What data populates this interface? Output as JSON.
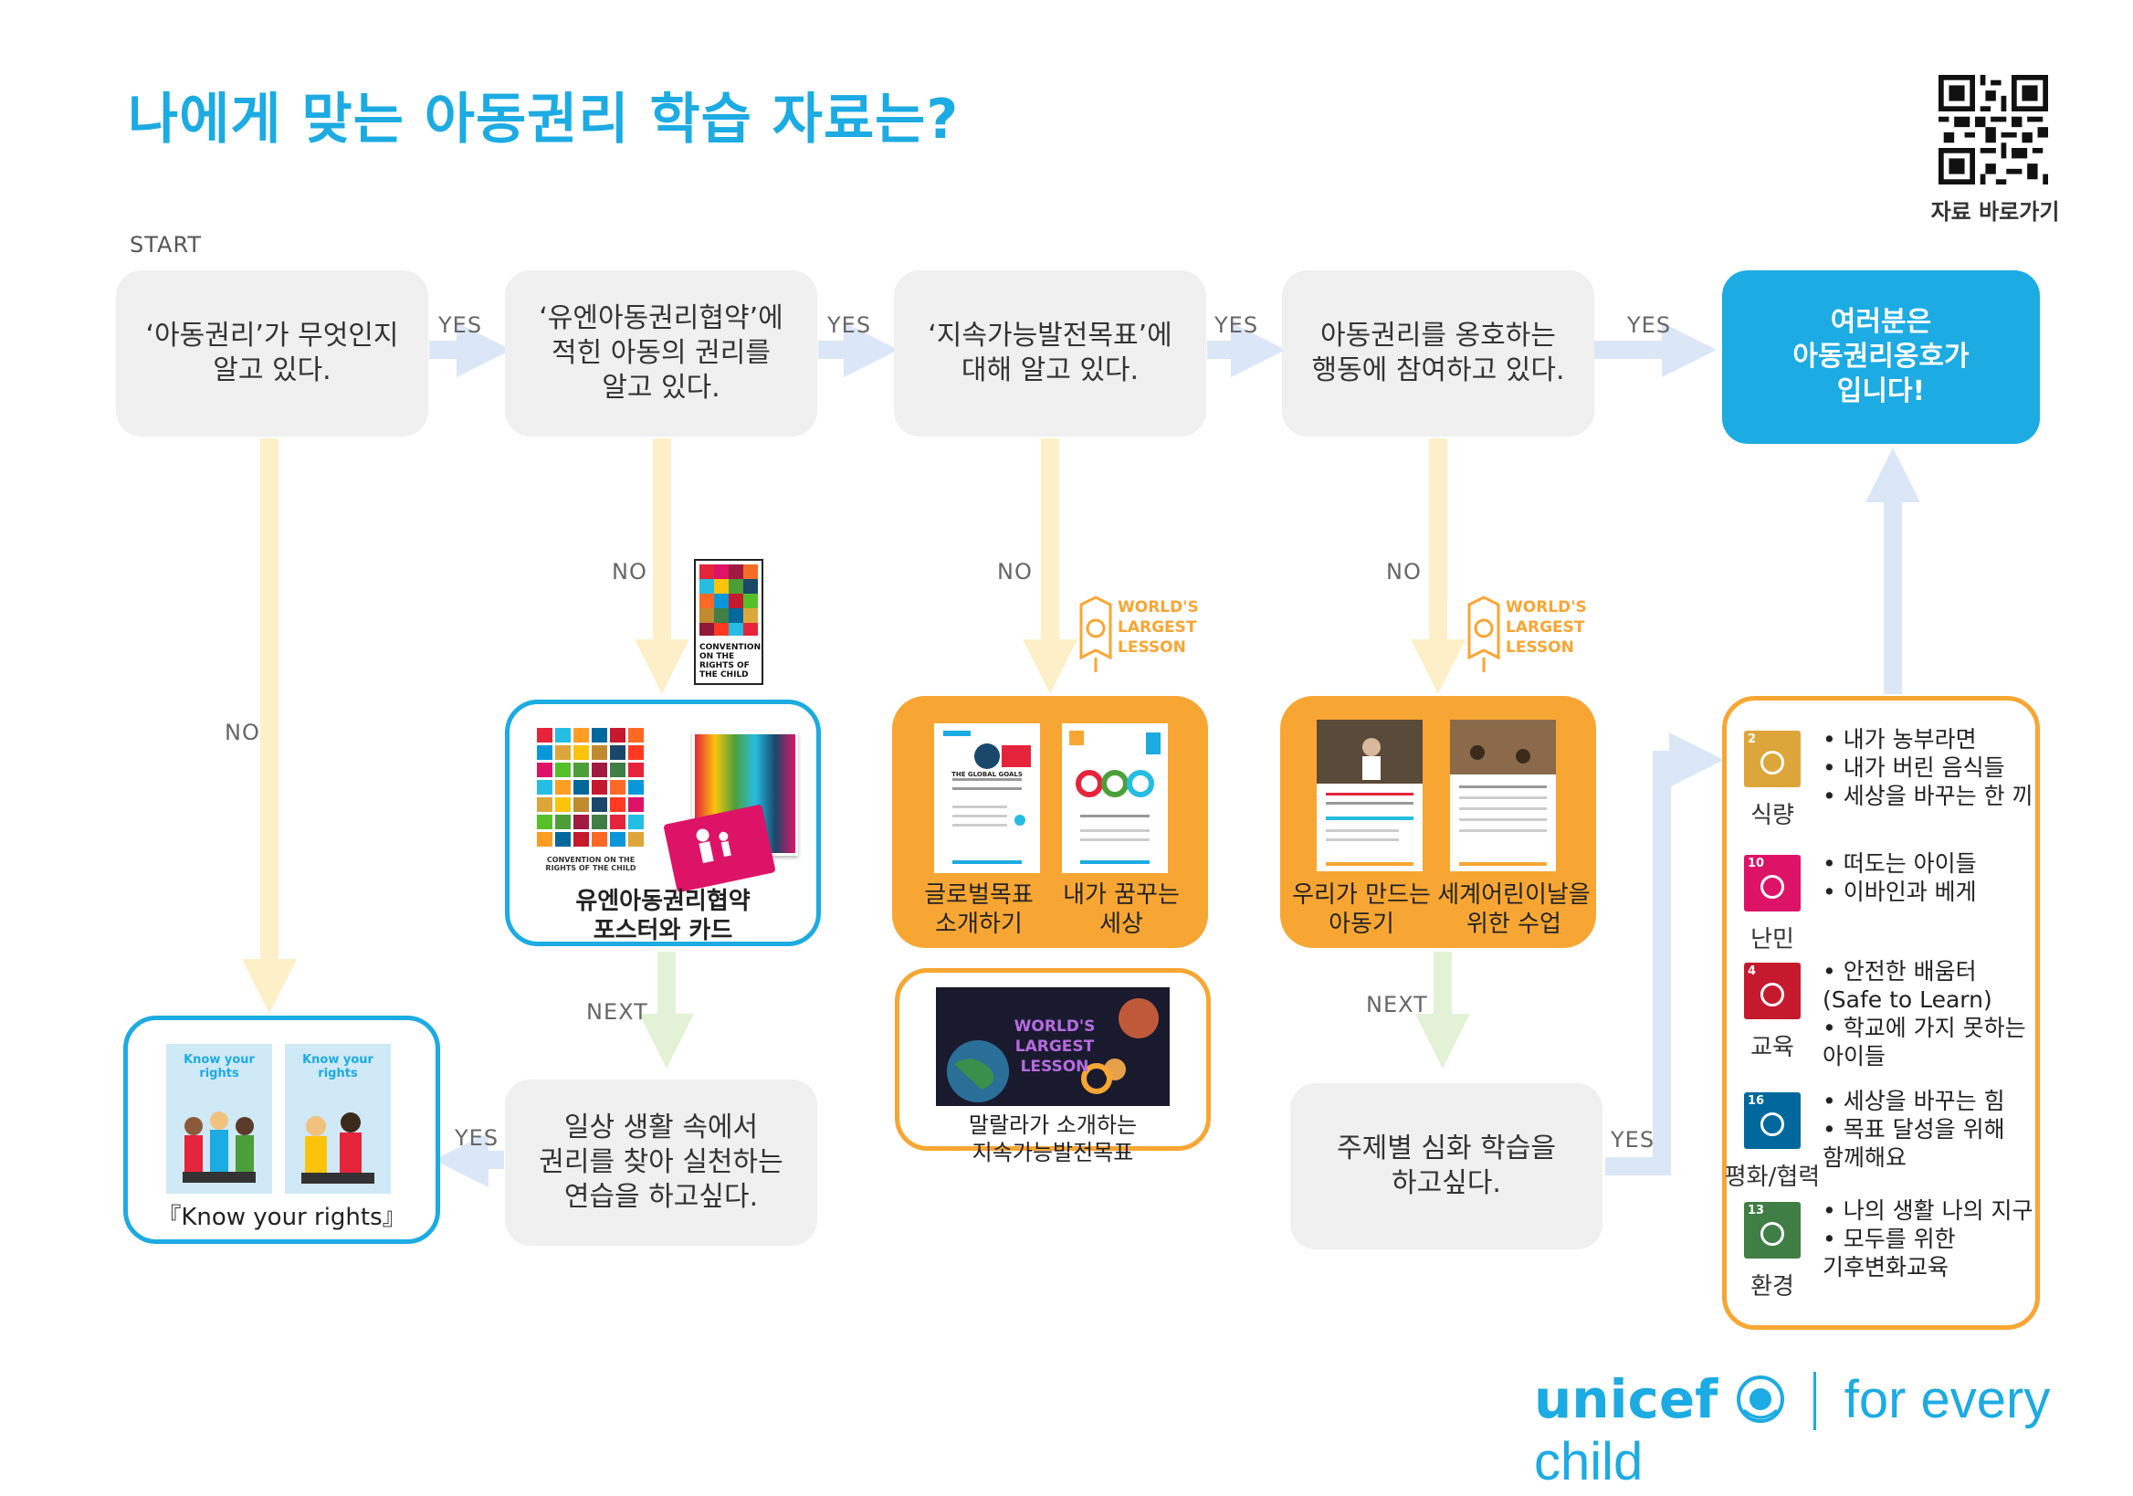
{
  "title": "나에게 맞는 아동권리 학습 자료는?",
  "qr_label": "자료 바로가기",
  "start_label": "START",
  "steps": [
    {
      "text": "‘아동권리’가 무엇인지\n알고 있다."
    },
    {
      "text": "‘유엔아동권리협약’에\n적힌 아동의 권리를\n알고 있다."
    },
    {
      "text": "‘지속가능발전목표’에\n대해 알고 있다."
    },
    {
      "text": "아동권리를 옹호하는\n행동에 참여하고 있다."
    }
  ],
  "final_box": "여러분은\n아동권리옹호가\n입니다!",
  "yes_label": "YES",
  "no_label": "NO",
  "next_label": "NEXT",
  "practice_box": "일상 생활 속에서\n권리를 찾아 실천하는\n연습을 하고싶다.",
  "deep_box": "주제별 심화 학습을\n하고싶다.",
  "resources": {
    "know_rights": {
      "caption": "『Know your rights』",
      "cover_title": "Know your rights"
    },
    "crc": {
      "caption": "유엔아동권리협약\n포스터와 카드",
      "badge": "CONVENTION\nON THE\nRIGHTS OF\nTHE CHILD",
      "poster_text": "CONVENTION ON THE RIGHTS OF THE CHILD"
    },
    "global_goals": {
      "caption_left": "글로벌목표\n소개하기",
      "caption_right": "내가 꿈꾸는\n세상",
      "wll_badge": "WORLD'S\nLARGEST\nLESSON",
      "doc_title": "THE GLOBAL GOALS"
    },
    "malala": {
      "caption": "말랄라가 소개하는\n지속가능발전목표",
      "video_text": "WORLD'S LARGEST LESSON"
    },
    "children_day": {
      "caption_left": "우리가 만드는\n아동기",
      "caption_right": "세계어린이날을\n위한 수업",
      "wll_badge": "WORLD'S\nLARGEST\nLESSON"
    }
  },
  "sdg_topics": [
    {
      "number": "2",
      "name": "식량",
      "color": "#dda63a",
      "icon": "food-bowl-icon",
      "items": "• 내가 농부라면\n• 내가 버린 음식들\n• 세상을 바꾸는 한 끼"
    },
    {
      "number": "10",
      "name": "난민",
      "color": "#dd1367",
      "icon": "equality-icon",
      "items": "• 떠도는 아이들\n• 이바인과 베게"
    },
    {
      "number": "4",
      "name": "교육",
      "color": "#c5192d",
      "icon": "book-icon",
      "items": "• 안전한 배움터\n  (Safe to Learn)\n• 학교에 가지 못하는\n  아이들"
    },
    {
      "number": "16",
      "name": "평화/협력",
      "color": "#00689d",
      "icon": "dove-icon",
      "items": "• 세상을 바꾸는 힘\n• 목표 달성을 위해\n  함께해요"
    },
    {
      "number": "13",
      "name": "환경",
      "color": "#3f7e44",
      "icon": "eye-earth-icon",
      "items": "• 나의 생활 나의 지구\n• 모두를 위한\n  기후변화교육"
    }
  ],
  "footer": {
    "brand": "unicef",
    "tagline": "for every child"
  },
  "colors": {
    "accent": "#1cabe2",
    "orange": "#f8a633",
    "yes_arrow": "#dbe7f7",
    "no_arrow": "#fdefc8",
    "next_arrow": "#e3f2d6",
    "box": "#f0f0f0"
  }
}
